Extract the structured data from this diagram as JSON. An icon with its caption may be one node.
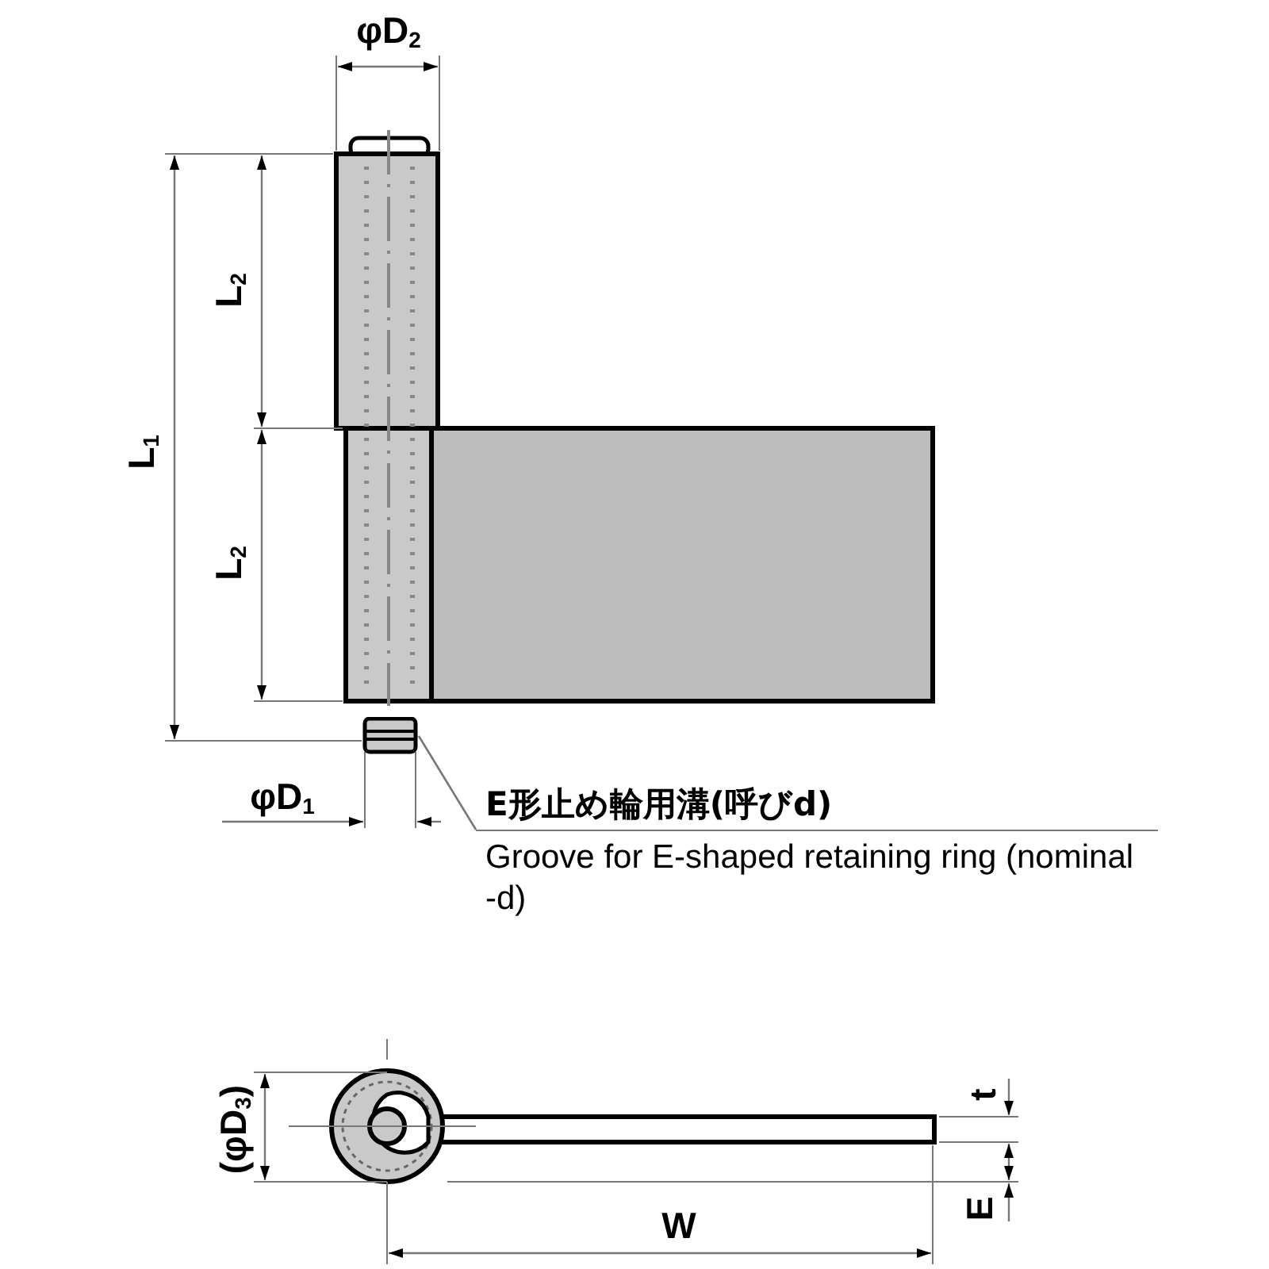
{
  "diagram": {
    "nodes": [
      {
        "text": [],
        "shape": "picture"
      },
      {
        "text": [
          "E形止め輪用溝(呼びd)",
          "Groove for E-shaped retaining ring (nominal -d)"
        ]
      }
    ],
    "edges": [
      {
        "from": 1,
        "to": 0,
        "arrow": "none"
      }
    ],
    "labels": [
      "φD$_{2}$",
      "L$_{1}$",
      "L$_{2}$",
      "L$_{2}$",
      "φD$_{1}$",
      "(φD$_{3}$)",
      "t",
      "W",
      "E"
    ]
  }
}
